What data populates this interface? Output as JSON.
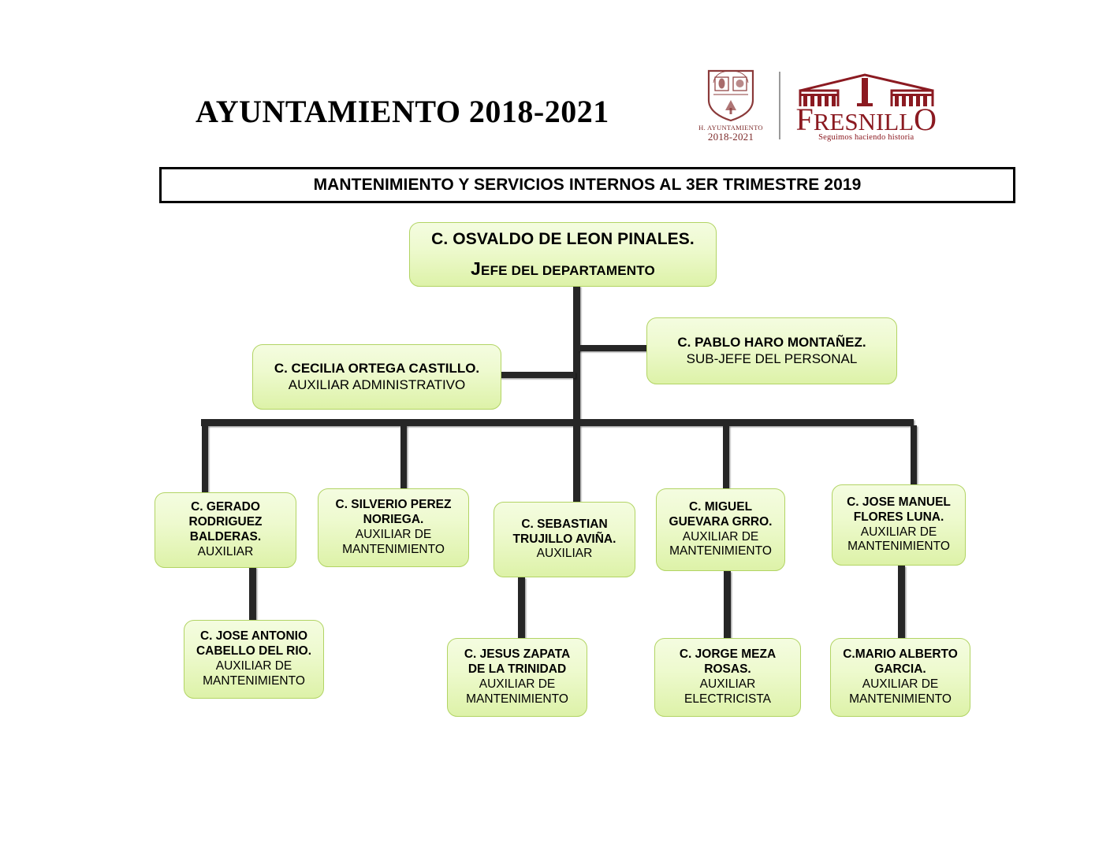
{
  "header": {
    "title": "AYUNTAMIENTO 2018-2021",
    "logo": {
      "crest_caption_line1": "H. AYUNTAMIENTO",
      "crest_caption_line2": "2018-2021",
      "wordmark": "FRESNILLO",
      "tagline": "Seguimos haciendo historia",
      "crest_icon": "coat-of-arms-shield-icon",
      "arch_icon": "fresnillo-arch-monument-icon",
      "brand_color": "#8b1a21"
    }
  },
  "subtitle": {
    "text": "MANTENIMIENTO Y SERVICIOS INTERNOS AL 3ER TRIMESTRE 2019"
  },
  "theme": {
    "node_border": "#b2d464",
    "node_fill_top": "#f4fce0",
    "node_fill_bottom": "#ddf2a8",
    "connector": "#262626",
    "banner_border": "#000000"
  },
  "org": {
    "root": {
      "name": "C. OSVALDO DE LEON PINALES.",
      "title_cap": "J",
      "title_rest": "EFE DEL DEPARTAMENTO"
    },
    "level2": [
      {
        "name": "C. CECILIA ORTEGA CASTILLO.",
        "title": "AUXILIAR ADMINISTRATIVO"
      },
      {
        "name": "C. PABLO HARO MONTAÑEZ.",
        "title": "SUB-JEFE DEL PERSONAL"
      }
    ],
    "level3": [
      {
        "name_lines": [
          "C. GERADO",
          "RODRIGUEZ",
          "BALDERAS."
        ],
        "title_lines": [
          "AUXILIAR"
        ]
      },
      {
        "name_lines": [
          "C. SILVERIO PEREZ",
          "NORIEGA."
        ],
        "title_lines": [
          "AUXILIAR DE",
          "MANTENIMIENTO"
        ]
      },
      {
        "name_lines": [
          "C. SEBASTIAN",
          "TRUJILLO AVIÑA."
        ],
        "title_lines": [
          "AUXILIAR"
        ]
      },
      {
        "name_lines": [
          "C. MIGUEL",
          "GUEVARA GRRO."
        ],
        "title_lines": [
          "AUXILIAR DE",
          "MANTENIMIENTO"
        ]
      },
      {
        "name_lines": [
          "C. JOSE MANUEL",
          "FLORES LUNA."
        ],
        "title_lines": [
          "AUXILIAR DE",
          "MANTENIMIENTO"
        ]
      }
    ],
    "level4": [
      {
        "name_lines": [
          "C. JOSE ANTONIO",
          "CABELLO DEL RIO."
        ],
        "title_lines": [
          "AUXILIAR DE",
          "MANTENIMIENTO"
        ]
      },
      {
        "name_lines": [
          "C. JESUS ZAPATA",
          "DE LA TRINIDAD"
        ],
        "title_lines": [
          "AUXILIAR DE",
          "MANTENIMIENTO"
        ]
      },
      {
        "name_lines": [
          "C. JORGE MEZA",
          "ROSAS."
        ],
        "title_lines": [
          "AUXILIAR",
          "ELECTRICISTA"
        ]
      },
      {
        "name_lines": [
          "C.MARIO ALBERTO",
          "GARCIA."
        ],
        "title_lines": [
          "AUXILIAR DE",
          "MANTENIMIENTO"
        ]
      }
    ]
  }
}
